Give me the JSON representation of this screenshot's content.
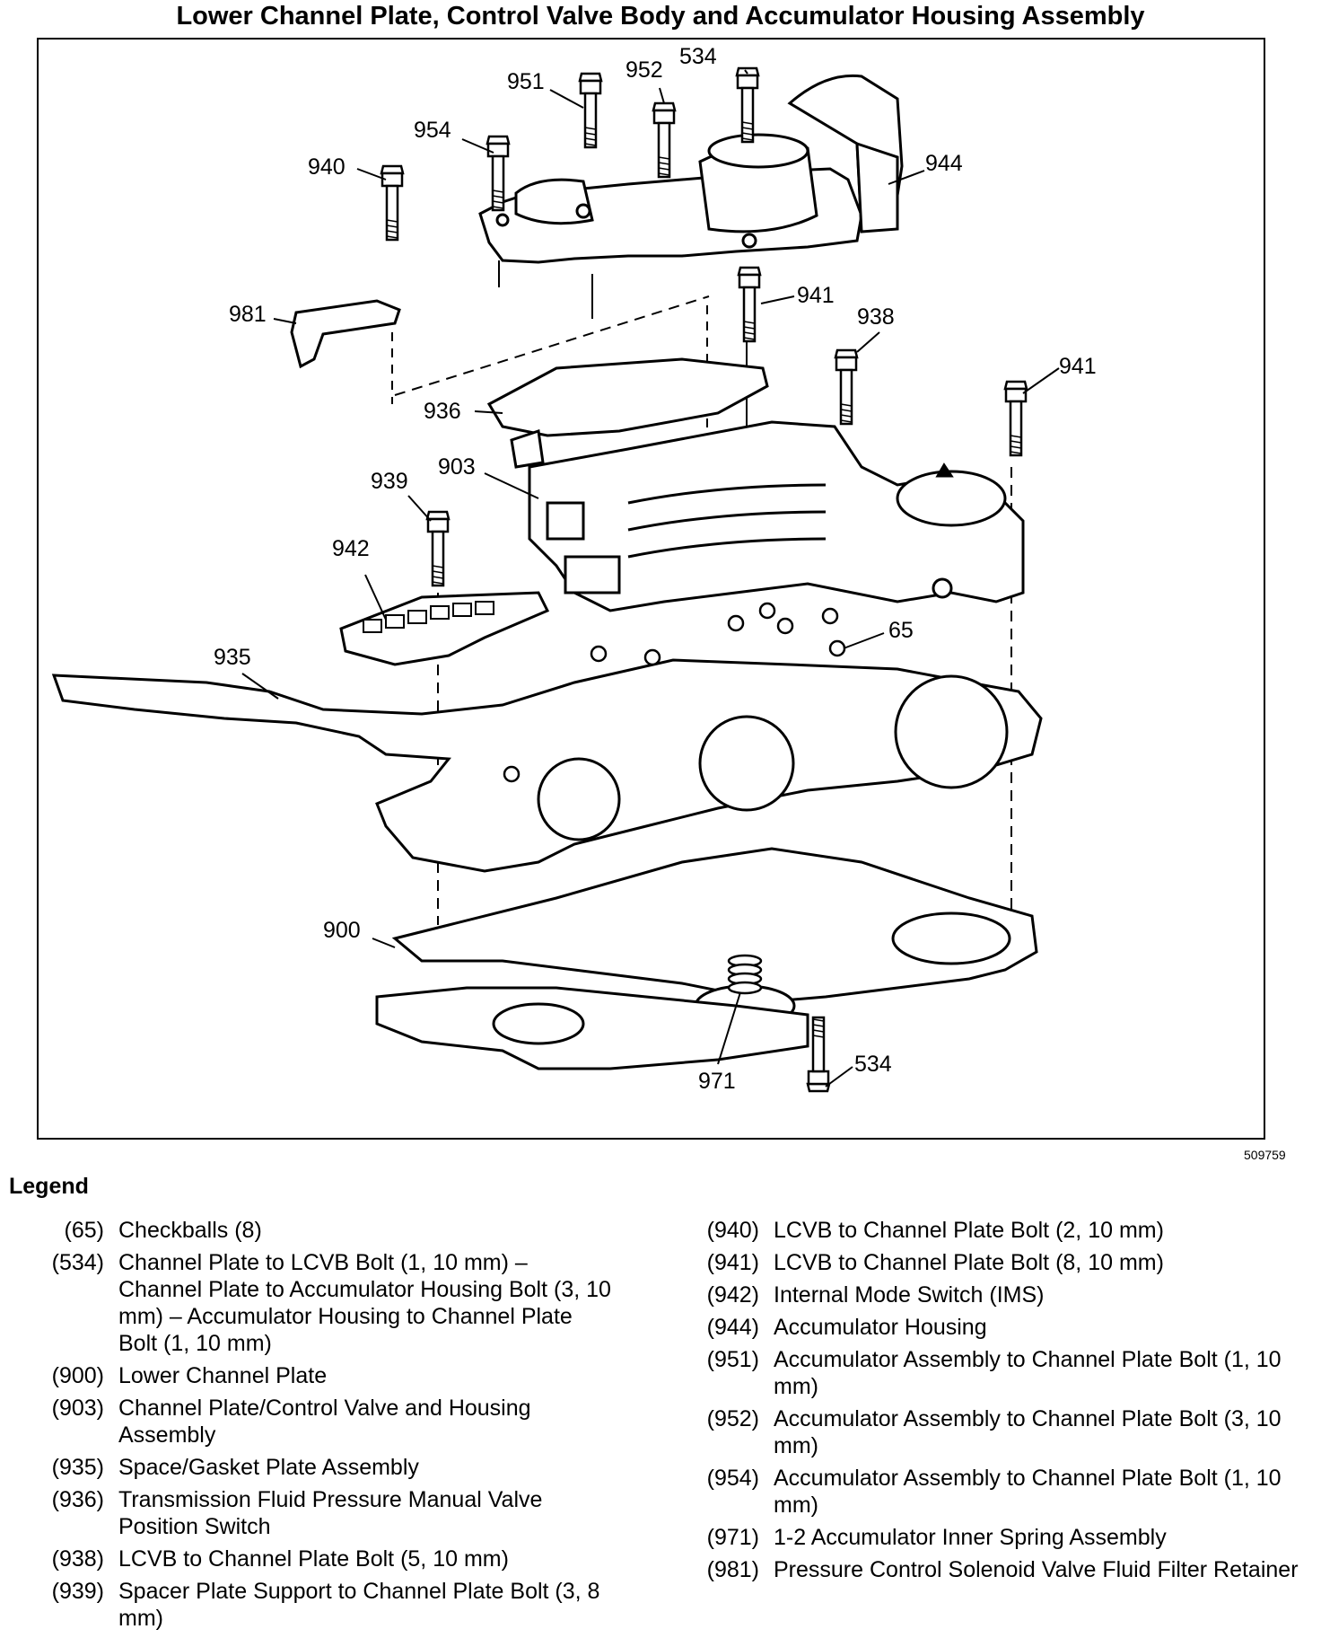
{
  "title": "Lower Channel Plate, Control Valve Body and Accumulator Housing Assembly",
  "figure_id": "509759",
  "legend_title": "Legend",
  "callouts": {
    "c951": "951",
    "c952": "952",
    "c534_top": "534",
    "c954": "954",
    "c940": "940",
    "c944": "944",
    "c981": "981",
    "c941_a": "941",
    "c938": "938",
    "c941_b": "941",
    "c936": "936",
    "c903": "903",
    "c939": "939",
    "c942": "942",
    "c65": "65",
    "c935": "935",
    "c900": "900",
    "c534_bottom": "534",
    "c971": "971"
  },
  "legend_left": [
    {
      "code": "(65)",
      "desc": "Checkballs (8)"
    },
    {
      "code": "(534)",
      "desc": "Channel Plate to LCVB Bolt (1, 10 mm) – Channel Plate to Accumulator Housing Bolt (3, 10 mm) – Accumulator Housing to Channel Plate Bolt (1, 10 mm)"
    },
    {
      "code": "(900)",
      "desc": "Lower Channel Plate"
    },
    {
      "code": "(903)",
      "desc": "Channel Plate/Control Valve and Housing Assembly"
    },
    {
      "code": "(935)",
      "desc": "Space/Gasket Plate Assembly"
    },
    {
      "code": "(936)",
      "desc": "Transmission Fluid Pressure Manual Valve Position Switch"
    },
    {
      "code": "(938)",
      "desc": "LCVB to Channel Plate Bolt (5, 10 mm)"
    },
    {
      "code": "(939)",
      "desc": "Spacer Plate Support to Channel Plate Bolt (3, 8 mm)"
    }
  ],
  "legend_right": [
    {
      "code": "(940)",
      "desc": "LCVB to Channel Plate Bolt (2, 10 mm)"
    },
    {
      "code": "(941)",
      "desc": "LCVB to Channel Plate Bolt (8, 10 mm)"
    },
    {
      "code": "(942)",
      "desc": "Internal Mode Switch (IMS)"
    },
    {
      "code": "(944)",
      "desc": "Accumulator Housing"
    },
    {
      "code": "(951)",
      "desc": "Accumulator Assembly to Channel Plate Bolt (1, 10 mm)"
    },
    {
      "code": "(952)",
      "desc": "Accumulator Assembly to Channel Plate Bolt (3, 10 mm)"
    },
    {
      "code": "(954)",
      "desc": "Accumulator Assembly to Channel Plate Bolt (1, 10 mm)"
    },
    {
      "code": "(971)",
      "desc": "1-2 Accumulator Inner Spring Assembly"
    },
    {
      "code": "(981)",
      "desc": "Pressure Control Solenoid Valve Fluid Filter Retainer"
    }
  ]
}
